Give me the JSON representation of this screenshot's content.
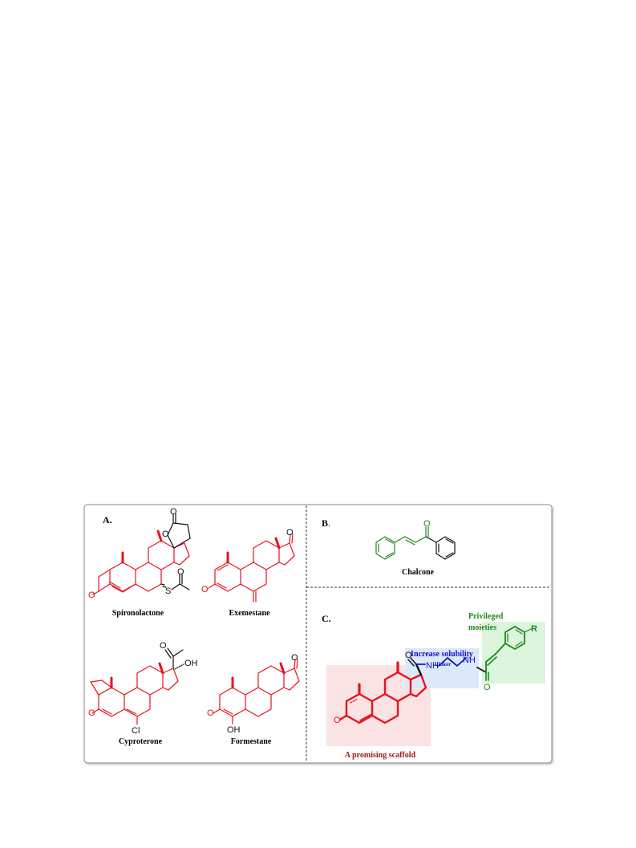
{
  "panels": {
    "a": {
      "label": "A."
    },
    "b": {
      "label": "B",
      "label_suffix": "."
    },
    "c": {
      "label": "C."
    }
  },
  "compounds": {
    "spironolactone": "Spironolactone",
    "exemestane": "Exemestane",
    "cyproterone": "Cyproterone",
    "formestane": "Formestane",
    "chalcone": "Chalcone"
  },
  "atoms": {
    "O": "O",
    "S": "S",
    "OH": "OH",
    "Cl": "Cl",
    "NH": "NH",
    "R": "R"
  },
  "annotations": {
    "increase_solubility": "Increase solubility",
    "linker": "Linker",
    "privileged_line1": "Privileged",
    "privileged_line2": "moieties",
    "scaffold": "A promising scaffold"
  },
  "colors": {
    "steroid": "#e8121f",
    "chalcone": "#1a8a1a",
    "linker": "#1414d2",
    "scaffold_text": "#a01818",
    "scaffold_bg": "#fbe3e3",
    "linker_bg": "#dce9f8",
    "moiety_bg": "#dcf5dc"
  }
}
